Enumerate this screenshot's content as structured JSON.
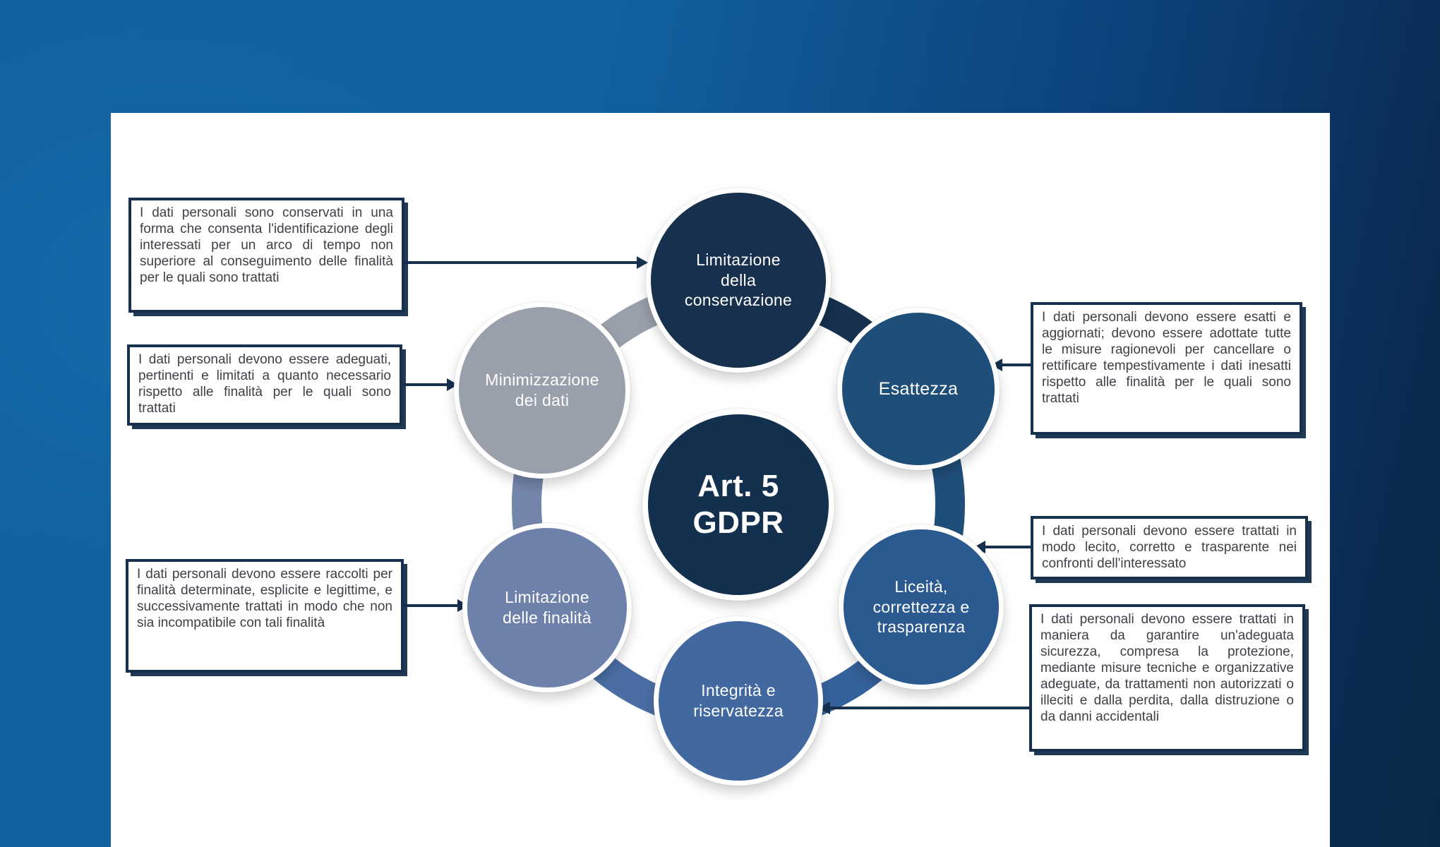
{
  "title": {
    "text": "Art. 5\nGDPR"
  },
  "principles": [
    {
      "label": "Limitazione\ndella\nconservazione",
      "color": "#16304E"
    },
    {
      "label": "Minimizzazione\ndei dati",
      "color": "#9AA0AB"
    },
    {
      "label": "Esattezza",
      "color": "#1F4E79"
    },
    {
      "label": "Limitazione\ndelle finalità",
      "color": "#6E81AA"
    },
    {
      "label": "Liceità,\ncorrettezza e\ntrasparenza",
      "color": "#2A5A8F"
    },
    {
      "label": "Integrità e\nriservatezza",
      "color": "#4169A0"
    }
  ],
  "notes": [
    {
      "text": "I dati personali sono conservati in una forma che consenta l'identificazione degli interessati per un arco di tempo non superiore al conseguimento delle finalità per le quali sono trattati"
    },
    {
      "text": "I dati personali devono essere adeguati, pertinenti e limitati a quanto necessario rispetto alle finalità per le quali sono trattati"
    },
    {
      "text": "I dati personali devono essere raccolti per finalità determinate, esplicite e legittime, e successivamente trattati in modo che non sia incompatibile con tali finalità"
    },
    {
      "text": "I dati personali devono essere esatti e aggiornati; devono essere adottate tutte le misure ragionevoli per cancellare o rettificare tempestivamente i dati inesatti rispetto alle finalità per le quali sono trattati"
    },
    {
      "text": "I dati personali devono essere trattati in modo lecito, corretto e trasparente nei confronti dell'interessato"
    },
    {
      "text": "I dati personali devono essere trattati in maniera da garantire un'adeguata sicurezza, compresa la protezione, mediante misure tecniche e organizzative adeguate, da trattamenti non autorizzati o illeciti e dalla perdita, dalla distruzione o da danni accidentali"
    }
  ],
  "ring_colors": [
    "#16304E",
    "#1F4E79",
    "#35619B",
    "#4A6EA3",
    "#7485AB",
    "#9AA0AB"
  ],
  "background": {
    "gradient_start": "#1261A1",
    "gradient_end": "#092948",
    "slide": "#FFFFFF"
  },
  "arrow_color": "#16304E",
  "note_text_color": "#3F3F46"
}
